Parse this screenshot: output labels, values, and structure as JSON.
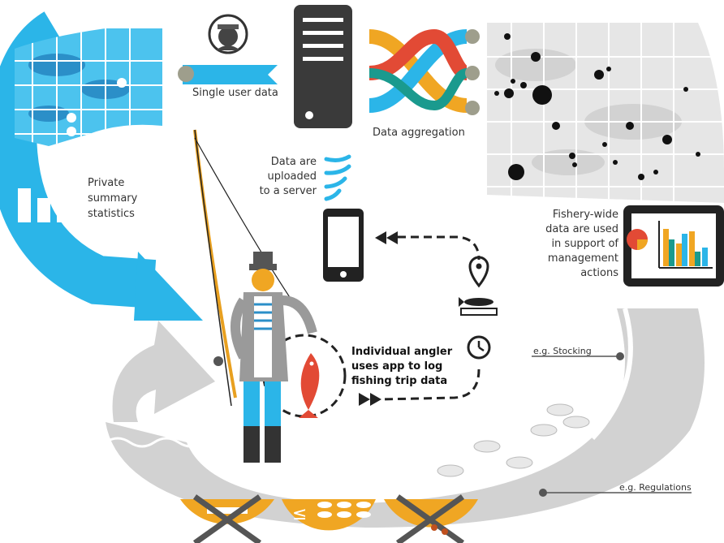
{
  "labels": {
    "single_user_data": "Single user data",
    "data_aggregation": "Data aggregation",
    "uploaded": [
      "Data are",
      "uploaded",
      "to a server"
    ],
    "private_stats": [
      "Private",
      "summary",
      "statistics"
    ],
    "fishery_wide": [
      "Fishery-wide",
      "data are used",
      "in support of",
      "management",
      "actions"
    ],
    "individual_angler": [
      "Individual angler",
      "uses app to log",
      "fishing trip data"
    ],
    "stocking": "e.g. Stocking",
    "regulations": "e.g. Regulations"
  },
  "colors": {
    "blue": "#2bb5e8",
    "grey_arrow": "#d2d2d2",
    "orange": "#f0a623",
    "red": "#e24a35",
    "teal": "#1a9a8e",
    "green": "#6aab3a",
    "dark": "#222222",
    "server": "#3a3a3a"
  },
  "icons": [
    "user-avatar-icon",
    "server-icon",
    "braided-data-icon",
    "map-dots-icon",
    "phone-icon",
    "wifi-signal-icon",
    "location-pin-icon",
    "fish-ruler-icon",
    "clock-icon",
    "bar-chart-icon",
    "pie-chart-icon",
    "fish-icon",
    "angler-figure",
    "fishing-rod-icon",
    "size-limit-icon",
    "bag-limit-icon",
    "gear-restriction-icon"
  ]
}
